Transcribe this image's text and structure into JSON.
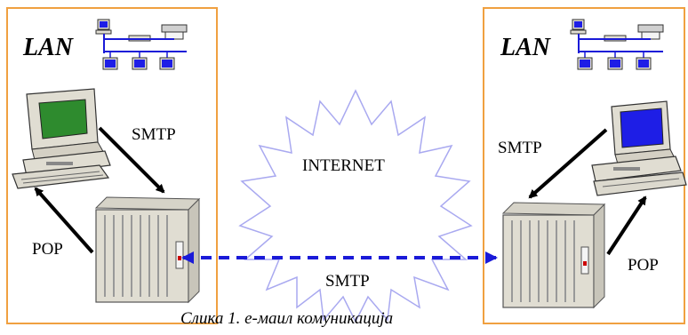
{
  "diagram": {
    "left_lan": {
      "title": "LAN",
      "send_label": "SMTP",
      "receive_label": "POP"
    },
    "right_lan": {
      "title": "LAN",
      "send_label": "SMTP",
      "receive_label": "POP"
    },
    "cloud_label": "INTERNET",
    "link_label": "SMTP",
    "caption": "Слика 1. е-маил комуникација"
  },
  "colors": {
    "lan_border": "#f0a040",
    "cloud_outline": "#a9a9f0",
    "link_arrow": "#1a1ad8",
    "arrow": "#000000",
    "screen_green": "#2e8b2e",
    "screen_blue": "#1e1ee6",
    "case_beige": "#e0ddd2"
  },
  "icons": [
    "network-topology-icon",
    "desktop-computer-icon",
    "mail-server-rack-icon"
  ]
}
